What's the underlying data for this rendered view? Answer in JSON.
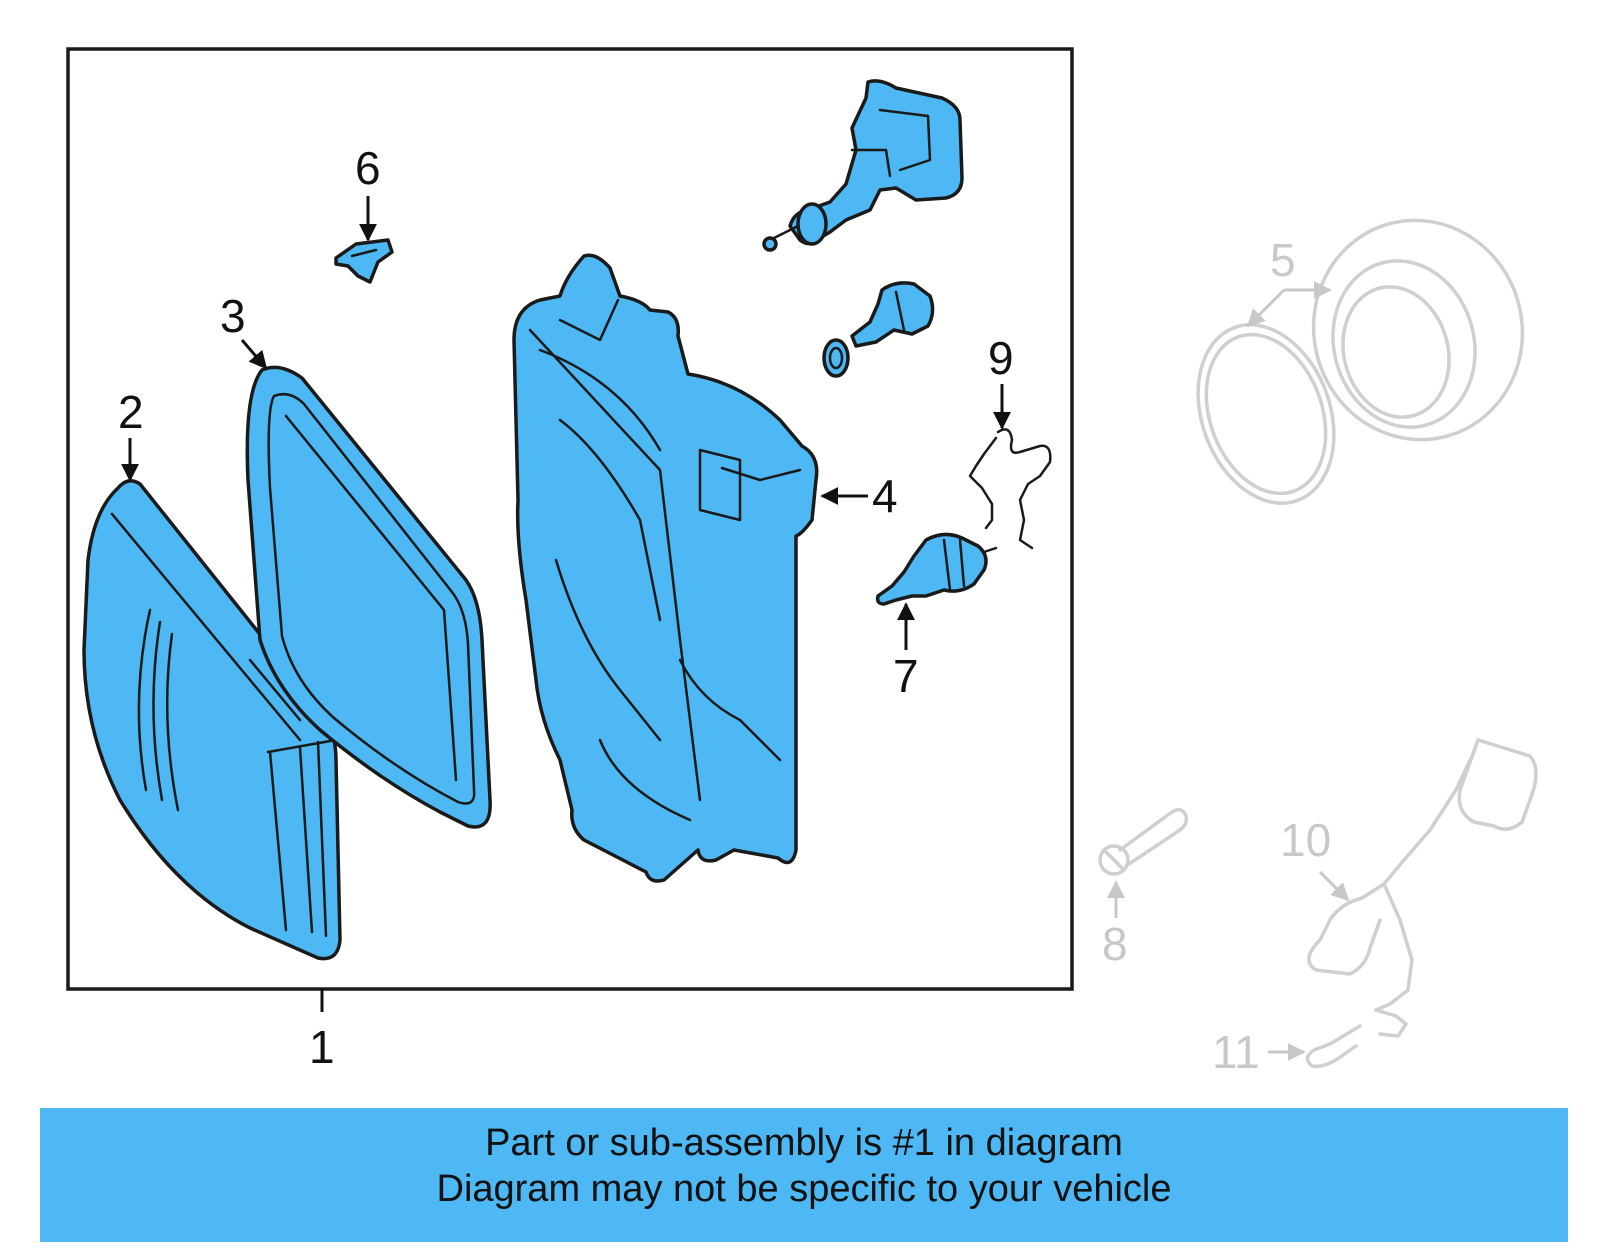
{
  "diagram": {
    "callouts": [
      {
        "id": "1",
        "label": "1",
        "active": true
      },
      {
        "id": "2",
        "label": "2",
        "active": true
      },
      {
        "id": "3",
        "label": "3",
        "active": true
      },
      {
        "id": "4",
        "label": "4",
        "active": true
      },
      {
        "id": "5",
        "label": "5",
        "active": false
      },
      {
        "id": "6",
        "label": "6",
        "active": true
      },
      {
        "id": "7",
        "label": "7",
        "active": true
      },
      {
        "id": "8",
        "label": "8",
        "active": false
      },
      {
        "id": "9",
        "label": "9",
        "active": true
      },
      {
        "id": "10",
        "label": "10",
        "active": false
      },
      {
        "id": "11",
        "label": "11",
        "active": false
      }
    ],
    "colors": {
      "highlight": "#4db8f3",
      "outline": "#1a1a1a",
      "inactive": "#c8c8c8"
    }
  },
  "banner": {
    "line1": "Part or sub-assembly is #1 in diagram",
    "line2": "Diagram may not be specific to your vehicle"
  }
}
